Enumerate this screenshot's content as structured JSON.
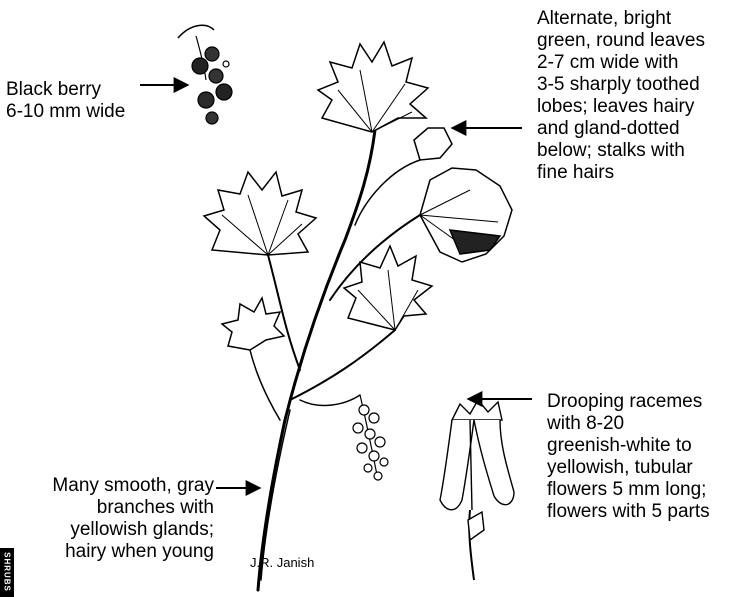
{
  "labels": {
    "berry": [
      "Black berry",
      "6-10 mm wide"
    ],
    "leaves": [
      "Alternate, bright",
      "green, round leaves",
      "2-7 cm wide with",
      "3-5 sharply toothed",
      "lobes; leaves hairy",
      "and gland-dotted",
      "below; stalks with",
      "fine hairs"
    ],
    "flowers": [
      "Drooping racemes",
      "with 8-20",
      "greenish-white to",
      "yellowish, tubular",
      "flowers 5 mm long;",
      "flowers with 5 parts"
    ],
    "branches": [
      "Many smooth, gray",
      "branches with",
      "yellowish glands;",
      "hairy when young"
    ]
  },
  "credit": "J.R. Janish",
  "side_tab": "SHRUBS",
  "colors": {
    "ink": "#000000",
    "background": "#ffffff",
    "tab": "#000000"
  }
}
